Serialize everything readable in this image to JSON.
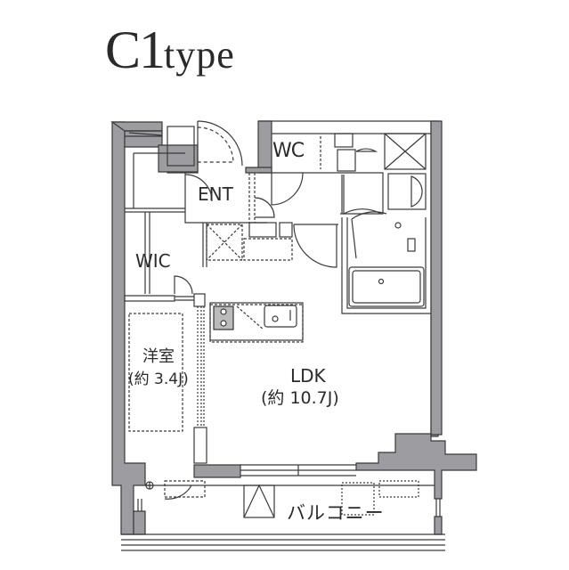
{
  "title": {
    "prefix": "C1",
    "suffix": "type"
  },
  "rooms": {
    "wc": "WC",
    "ent": "ENT",
    "wic": "WIC",
    "western_room": {
      "name": "洋室",
      "size": "(約 3.4J)"
    },
    "ldk": {
      "name": "LDK",
      "size": "(約 10.7J)"
    },
    "balcony": "バルコニー"
  },
  "colors": {
    "wall": "#9d9da1",
    "line": "#3a3a3a",
    "background": "#ffffff"
  }
}
